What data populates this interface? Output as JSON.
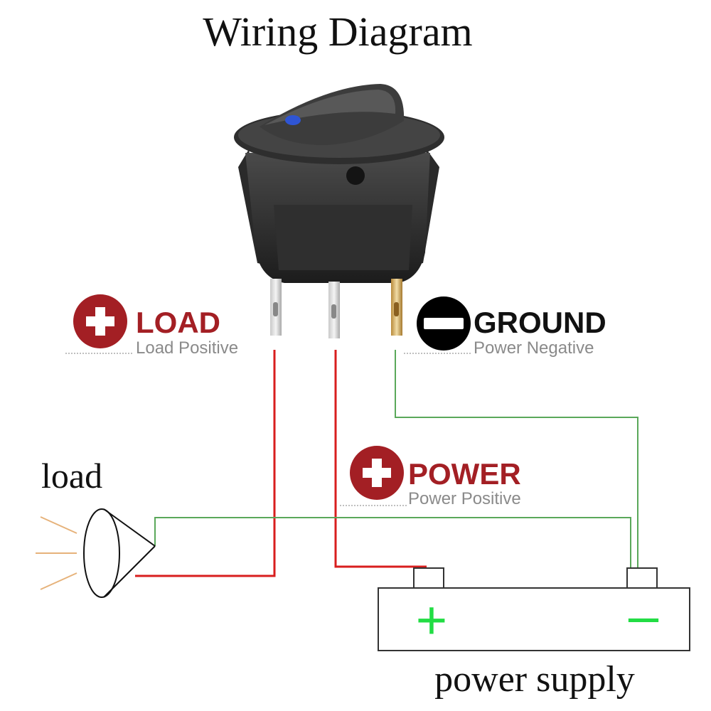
{
  "title": "Wiring Diagram",
  "labels": {
    "load_term": {
      "heading": "LOAD",
      "sub": "Load Positive"
    },
    "ground_term": {
      "heading": "GROUND",
      "sub": "Power Negative"
    },
    "power_term": {
      "heading": "POWER",
      "sub": "Power Positive"
    },
    "load_device": "load",
    "supply": "power supply"
  },
  "battery_symbols": {
    "positive": "+",
    "negative": "–"
  },
  "icons": {
    "load_term": "plus-circle-icon",
    "ground_term": "minus-circle-icon",
    "power_term": "plus-circle-icon",
    "switch": "rocker-switch-icon",
    "lamp": "lamp-icon",
    "battery": "battery-icon"
  },
  "colors": {
    "positive_badge": "#a31f24",
    "ground_badge": "#000000",
    "red_wire": "#d81e1e",
    "green_wire": "#5aa85a",
    "battery_sign": "#22dd44",
    "led": "#2f55d4",
    "sub_text": "#8a8a8a"
  }
}
